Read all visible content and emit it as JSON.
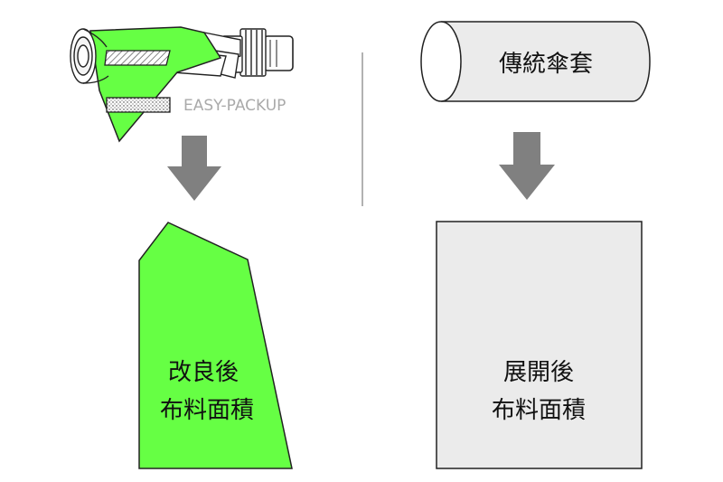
{
  "left_panel": {
    "brand_label": "EASY-PACKUP",
    "result_label_line1": "改良後",
    "result_label_line2": "布料面積"
  },
  "right_panel": {
    "sleeve_label": "傳統傘套",
    "result_label_line1": "展開後",
    "result_label_line2": "布料面積"
  },
  "colors": {
    "green": "#66ff44",
    "gray_fill": "#ebebeb",
    "arrow": "#808080",
    "outline": "#222222",
    "divider": "#999999",
    "brand_text": "#aaaaaa"
  }
}
